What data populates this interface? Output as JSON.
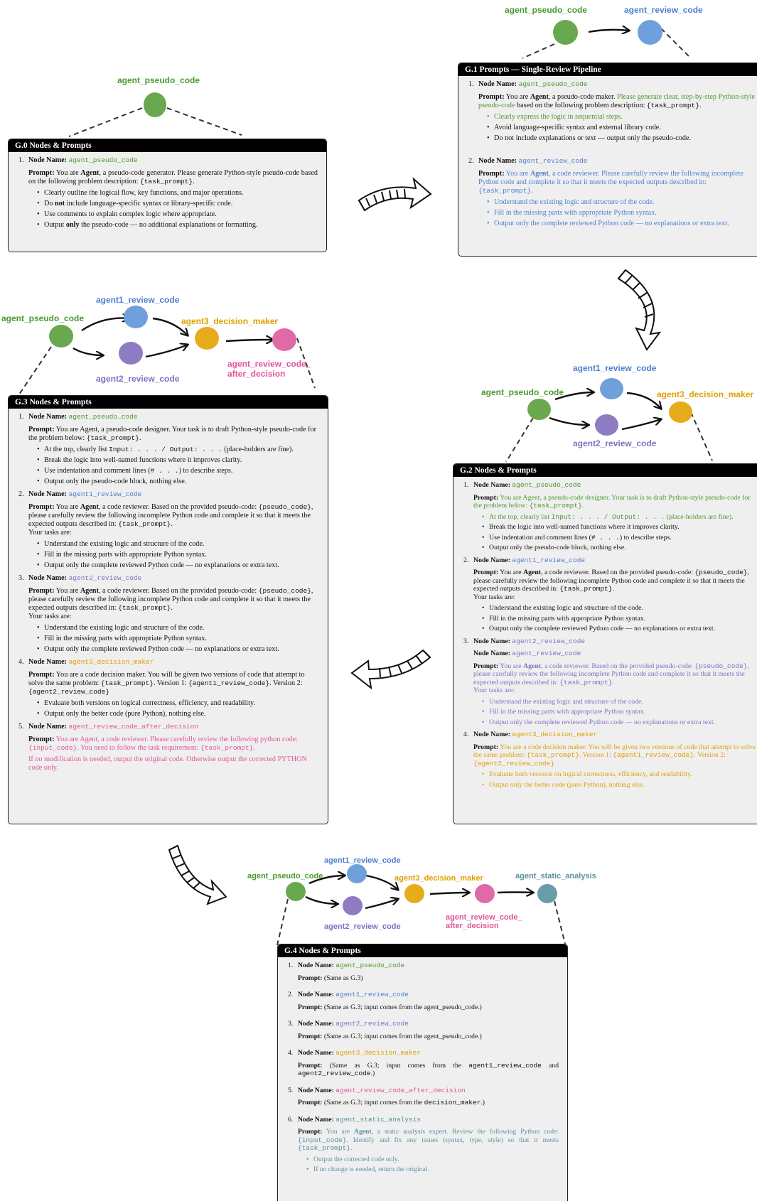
{
  "labels": {
    "pseudo": "agent_pseudo_code",
    "review": "agent_review_code",
    "r1": "agent1_review_code",
    "r2": "agent2_review_code",
    "dec": "agent3_decision_maker",
    "after_l1": "agent_review_code_",
    "after_l2": "after_decision",
    "stat": "agent_static_analysis"
  },
  "colors": {
    "pseudo": "#6aa84f",
    "review": "#6fa0dc",
    "r1": "#6fa0dc",
    "r2": "#8e7cc3",
    "dec": "#e6ac1c",
    "after": "#e06aa8",
    "stat": "#6c9ca8"
  },
  "common": {
    "node_name": "Node Name:",
    "prompt": "Prompt:",
    "agent": "Agent",
    "you_are": "You are",
    "your_tasks": "Your tasks are:",
    "n_pseudo": "agent_pseudo_code",
    "n_review": "agent_review_code",
    "n_r1": "agent1_review_code",
    "n_r2": "agent2_review_code",
    "n_dec": "agent3_decision_maker",
    "n_after": "agent_review_code_after_decision",
    "n_stat": "agent_static_analysis"
  },
  "g0": {
    "title": "G.0 Nodes & Prompts",
    "p1a": ", a pseudo-code generator. Please generate Python-style pseudo-code based on the following problem description: ",
    "task": "{task_prompt}",
    "b1": "Clearly outline the logical flow, key functions, and major operations.",
    "b2a": "Do ",
    "b2b": "not",
    "b2c": " include language-specific syntax or library-specific code.",
    "b3": "Use comments to explain complex logic where appropriate.",
    "b4a": "Output ",
    "b4b": "only",
    "b4c": " the pseudo-code — no additional explanations or formatting."
  },
  "g1": {
    "title": "G.1 Prompts — Single-Review Pipeline",
    "p1a": ", a pseudo-code maker. ",
    "p1b": "Please generate clear, step-by-step Python-style pseudo-code",
    "p1c": " based on the following problem description: ",
    "task": "{task_prompt}",
    "b1": "Clearly express the logic in sequential steps.",
    "b2": "Avoid language-specific syntax and external library code.",
    "b3": "Do not include explanations or text — output only the pseudo-code.",
    "p2a": ", a code reviewer. Please carefully review the following incomplete Python code and complete it so that it meets the expected outputs described in: ",
    "c1": "Understand the existing logic and structure of the code.",
    "c2": "Fill in the missing parts with appropriate Python syntax.",
    "c3": "Output only the complete reviewed Python code — no explanations or extra text."
  },
  "g3": {
    "title": "G.3 Nodes & Prompts",
    "p1": "You are Agent, a pseudo-code designer. Your task is to draft Python-style pseudo-code for the problem below: ",
    "task": "{task_prompt}",
    "b1a": "At the top, clearly list ",
    "b1b": "Input: . . . / Output: . . .",
    "b1c": " (place-holders are fine).",
    "b2": "Break the logic into well-named functions where it improves clarity.",
    "b3a": "Use indentation and comment lines (",
    "b3b": "# . . .",
    "b3c": ") to describe steps.",
    "b4": "Output only the pseudo-code block, nothing else.",
    "rev_a": ", a code reviewer. Based on the provided pseudo-code: ",
    "pseudo_var": "{pseudo_code}",
    "rev_b": ", please carefully review the following incomplete Python code and complete it so that it meets the expected outputs described in: ",
    "c1": "Understand the existing logic and structure of the code.",
    "c2": "Fill in the missing parts with appropriate Python syntax.",
    "c3": "Output only the complete reviewed Python code — no explanations or extra text.",
    "dec_a": ", a code decision maker. You will be given two versions of code that attempt to solve the same problem: ",
    "dec_b": ". Version 1: ",
    "v1": "{agent1_review_code}",
    "dec_c": ". Version 2: ",
    "v2": "{agent2_review_code}",
    "d1": "Evaluate both versions on logical correctness, efficiency, and readability.",
    "d2": "Output only the better code (pure Python), nothing else.",
    "aft_a": "You are Agent, a code reviewer. Please carefully review the following python code: ",
    "input_code": "{input_code}",
    "aft_b": ". You need to follow the task requirement: ",
    "aft_c": "If no modification is needed, output the original code. Otherwise output the corrected PYTHON code only."
  },
  "g2": {
    "title": "G.2 Nodes & Prompts",
    "p1": "You are Agent, a pseudo-code designer. Your task is to draft Python-style pseudo-code for the problem below: ",
    "rev_a": ", a code reviewer. Based on the provided pseudo-code: ",
    "rev_b": ", please carefully review the following incomplete Python code and complete it so that it meets the expected outputs described in: ",
    "dec_a": ", a code decision maker. You will be given two versions of code that attempt to solve the same problem: "
  },
  "g4": {
    "title": "G.4 Nodes & Prompts",
    "s1": "(Same as G.3)",
    "s2": "(Same as G.3; input comes from the agent_pseudo_code.)",
    "s3": "(Same as G.3; input comes from the agent_pseudo_code.)",
    "s4a": "(Same as G.3; input comes from the ",
    "s4b": "agent1_review_code",
    "s4c": " and ",
    "s4d": "agent2_review_code",
    "s4e": ".)",
    "s5a": "(Same as G.3; input comes from the ",
    "s5b": "decision_maker",
    "s5c": ".)",
    "s6a": ", a static analysis expert. Review the following Python code: ",
    "s6b": ". Identify and fix any issues (syntax, type, style) so that it meets ",
    "s6c": ".",
    "e1": "Output the corrected code only.",
    "e2": "If no change is needed, return the original."
  }
}
